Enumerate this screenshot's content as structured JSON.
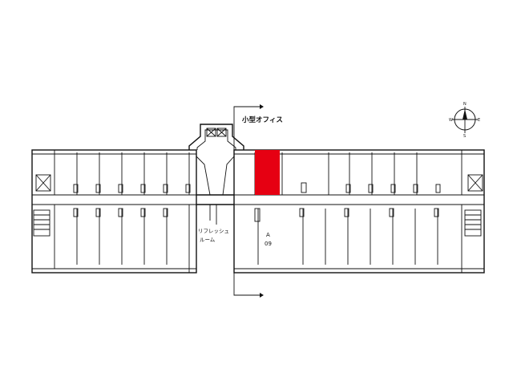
{
  "labels": {
    "small_office": "小型オフィス",
    "refresh_room_line1": "リフレッシュ",
    "refresh_room_line2": "ルーム",
    "unit_letter": "A",
    "unit_number": "09"
  },
  "compass": {
    "north": "N",
    "south": "S",
    "east": "E",
    "west": "W"
  },
  "colors": {
    "highlight": "#e60012",
    "line": "#111111"
  }
}
